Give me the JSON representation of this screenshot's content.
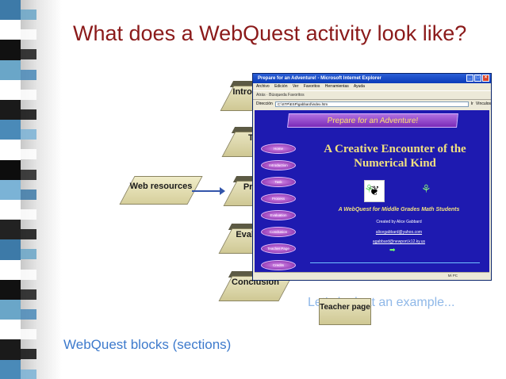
{
  "slide": {
    "title": "What does a WebQuest activity look like?",
    "caption": "WebQuest blocks (sections)",
    "example_note": "Let's look at an example..."
  },
  "blocks": {
    "web_resources": "Web resources",
    "introduction": "Introd",
    "task": "Ta",
    "process": "Pro",
    "evaluation": "Evalu",
    "conclusion": "Conclusion",
    "teacher_page": "Teacher page"
  },
  "browser": {
    "window_title": "Prepare for an Adventure! - Microsoft Internet Explorer",
    "menu": [
      "Archivo",
      "Edición",
      "Ver",
      "Favoritos",
      "Herramientas",
      "Ayuda"
    ],
    "toolbar_text": "Atrás  ·  Búsqueda  Favoritos",
    "address_label": "Dirección",
    "address": "C:\\STP\\ESP\\gabbard\\index.htm",
    "go_label": "Ir",
    "vinculos": "Vínculos",
    "status_text": "Mi PC",
    "page": {
      "banner": "Prepare for an Adventure!",
      "main_title": "A Creative Encounter of the Numerical Kind",
      "subtitle": "A WebQuest for Middle Grades Math Students",
      "created_by": "Created by Alice Gabbard",
      "email1": "alicegabbard@yahoo.com",
      "email2": "agabbard@newport.k12.ky.us",
      "nav": [
        "Home",
        "Introduction",
        "Task",
        "Process",
        "Evaluation",
        "Conclusion",
        "Teacher Page",
        "Credits"
      ]
    }
  }
}
